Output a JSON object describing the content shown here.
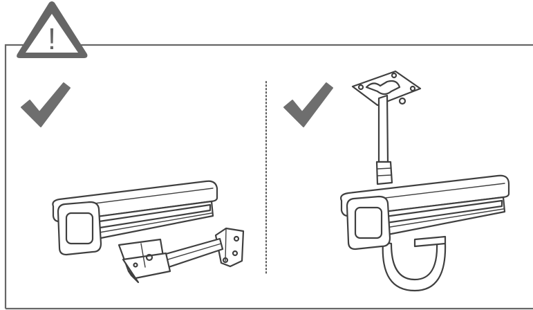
{
  "warning": {
    "symbol": "!",
    "icon": "warning-triangle-icon"
  },
  "panels": [
    {
      "name": "wall-mount",
      "status_icon": "check-mark-icon",
      "illustration": "camera-housing-wall-bracket"
    },
    {
      "name": "ceiling-mount",
      "status_icon": "check-mark-icon",
      "illustration": "camera-housing-ceiling-pendant"
    }
  ],
  "colors": {
    "frame": "#666666",
    "warning_fill": "#666666",
    "check": "#6e6e6e",
    "line_art": "#3f3f3f",
    "background": "#ffffff"
  }
}
